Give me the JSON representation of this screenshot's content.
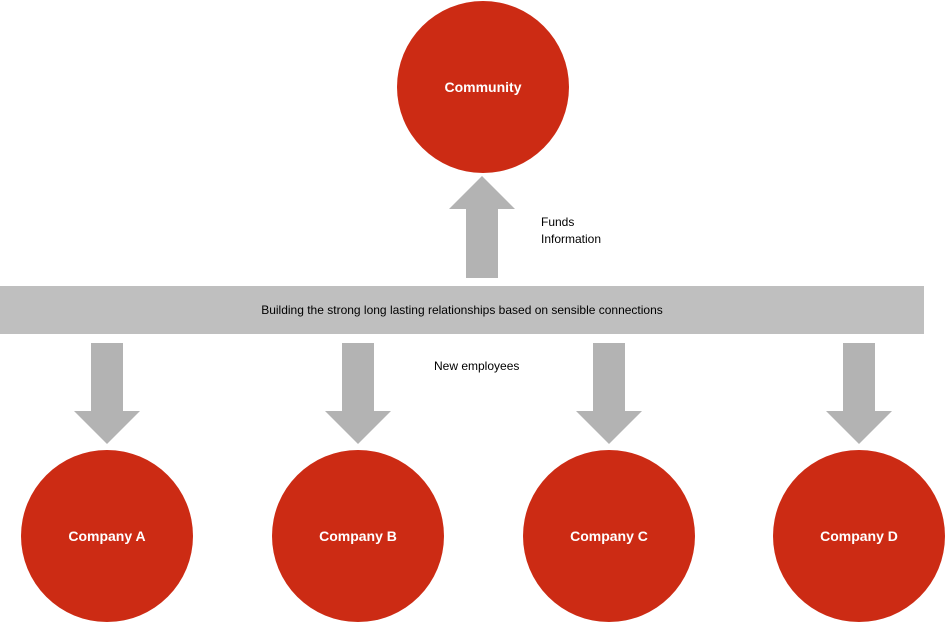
{
  "diagram": {
    "top_node": {
      "label": "Community"
    },
    "band": {
      "label": "Building the strong long lasting relationships based on sensible connections"
    },
    "up_flow": {
      "line1": "Funds",
      "line2": "Information"
    },
    "down_flow": {
      "label": "New employees"
    },
    "companies": [
      {
        "label": "Company A"
      },
      {
        "label": "Company B"
      },
      {
        "label": "Company C"
      },
      {
        "label": "Company D"
      }
    ]
  },
  "colors": {
    "node_fill": "#cc2b14",
    "band_fill": "#bfbfbf",
    "arrow_fill": "#b3b3b3"
  }
}
